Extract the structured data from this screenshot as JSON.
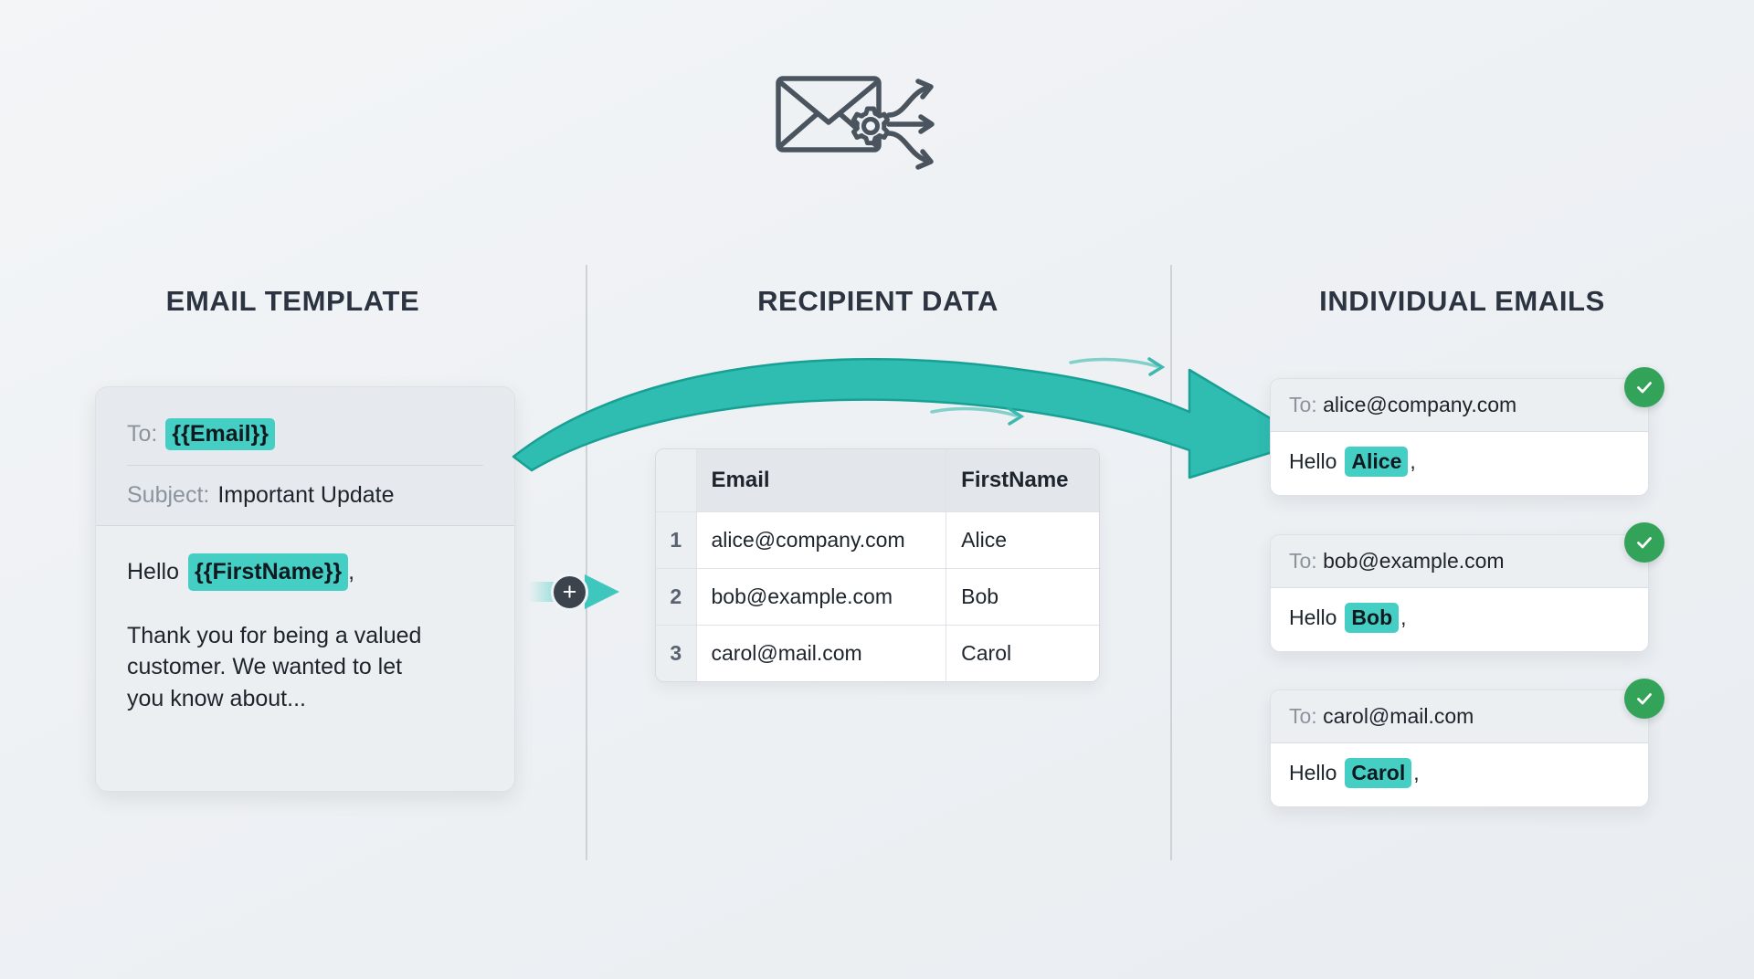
{
  "hero": {
    "icon": "mail-merge-envelope-gear-icon"
  },
  "columns": [
    {
      "id": "email-template",
      "heading": "EMAIL TEMPLATE"
    },
    {
      "id": "recipient-data",
      "heading": "RECIPIENT DATA"
    },
    {
      "id": "individual-emails",
      "heading": "INDIVIDUAL EMAILS"
    }
  ],
  "template": {
    "to_label": "To:",
    "to_token": "{{Email}}",
    "subject_label": "Subject:",
    "subject_value": "Important Update",
    "greeting_word": "Hello",
    "greeting_token": "{{FirstName}}",
    "greeting_comma": ",",
    "body_paragraph": "Thank you for being a valued customer. We wanted to let you know about..."
  },
  "connector": {
    "plus_symbol": "+",
    "icon": "plus-merge-icon"
  },
  "table": {
    "headers": [
      "",
      "Email",
      "FirstName"
    ],
    "rows": [
      {
        "index": "1",
        "email": "alice@company.com",
        "firstname": "Alice"
      },
      {
        "index": "2",
        "email": "bob@example.com",
        "firstname": "Bob"
      },
      {
        "index": "3",
        "email": "carol@mail.com",
        "firstname": "Carol"
      }
    ]
  },
  "emails": [
    {
      "to_label": "To:",
      "to_value": "alice@company.com",
      "greeting_word": "Hello",
      "greeting_name": "Alice",
      "greeting_comma": ",",
      "status_icon": "check-circle-icon"
    },
    {
      "to_label": "To:",
      "to_value": "bob@example.com",
      "greeting_word": "Hello",
      "greeting_name": "Bob",
      "greeting_comma": ",",
      "status_icon": "check-circle-icon"
    },
    {
      "to_label": "To:",
      "to_value": "carol@mail.com",
      "greeting_word": "Hello",
      "greeting_name": "Carol",
      "greeting_comma": ",",
      "status_icon": "check-circle-icon"
    }
  ],
  "colors": {
    "accent_teal": "#2bb3a8",
    "highlight_teal": "#45cfc4",
    "success_green": "#34a35a",
    "heading_dark": "#2b3440",
    "muted_gray": "#8b949d",
    "background": "#eef1f4"
  }
}
